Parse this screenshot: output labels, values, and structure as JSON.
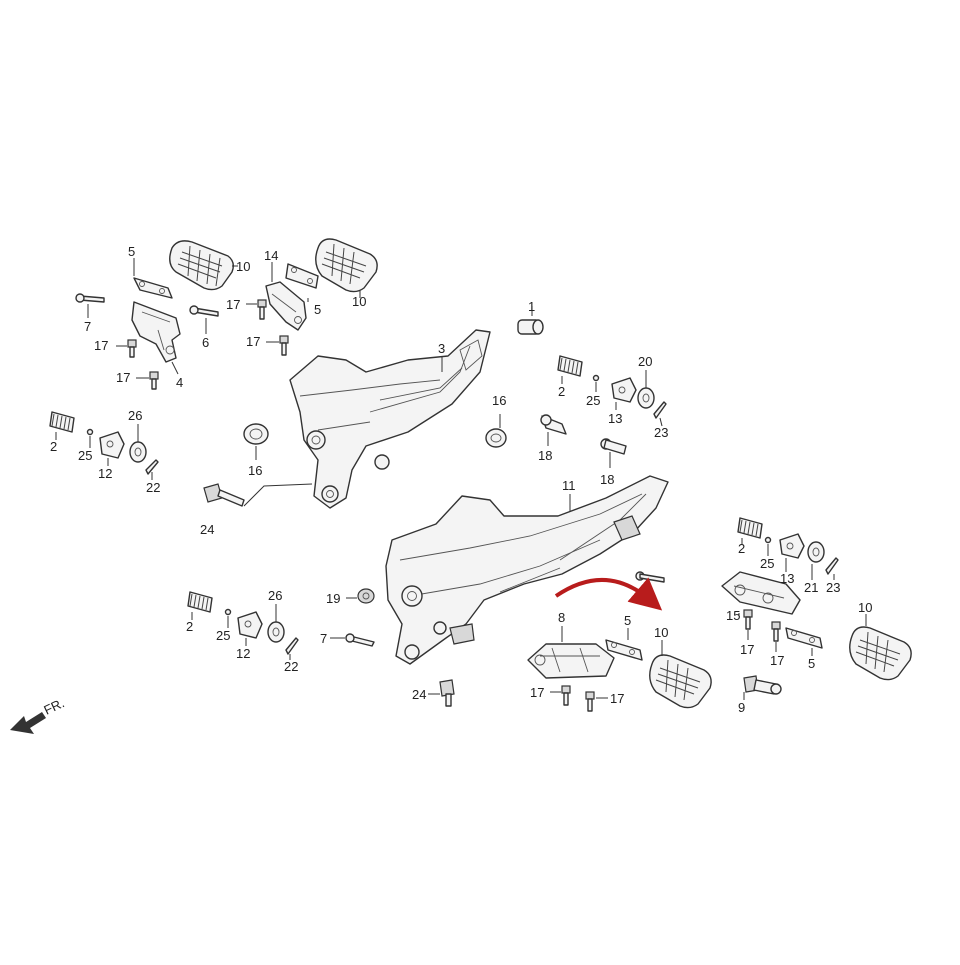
{
  "diagram": {
    "direction_label": "FR.",
    "callouts": [
      {
        "id": "c-5a",
        "label": "5"
      },
      {
        "id": "c-10a",
        "label": "10"
      },
      {
        "id": "c-14",
        "label": "14"
      },
      {
        "id": "c-10b",
        "label": "10"
      },
      {
        "id": "c-7a",
        "label": "7"
      },
      {
        "id": "c-17a",
        "label": "17"
      },
      {
        "id": "c-5b",
        "label": "5"
      },
      {
        "id": "c-6",
        "label": "6"
      },
      {
        "id": "c-17b",
        "label": "17"
      },
      {
        "id": "c-17c",
        "label": "17"
      },
      {
        "id": "c-4",
        "label": "4"
      },
      {
        "id": "c-17d",
        "label": "17"
      },
      {
        "id": "c-1",
        "label": "1"
      },
      {
        "id": "c-3",
        "label": "3"
      },
      {
        "id": "c-2a",
        "label": "2"
      },
      {
        "id": "c-20",
        "label": "20"
      },
      {
        "id": "c-25a",
        "label": "25"
      },
      {
        "id": "c-13a",
        "label": "13"
      },
      {
        "id": "c-23a",
        "label": "23"
      },
      {
        "id": "c-16a",
        "label": "16"
      },
      {
        "id": "c-16b",
        "label": "16"
      },
      {
        "id": "c-18a",
        "label": "18"
      },
      {
        "id": "c-18b",
        "label": "18"
      },
      {
        "id": "c-26a",
        "label": "26"
      },
      {
        "id": "c-2b",
        "label": "2"
      },
      {
        "id": "c-25b",
        "label": "25"
      },
      {
        "id": "c-12a",
        "label": "12"
      },
      {
        "id": "c-22a",
        "label": "22"
      },
      {
        "id": "c-11",
        "label": "11"
      },
      {
        "id": "c-24a",
        "label": "24"
      },
      {
        "id": "c-2c",
        "label": "2"
      },
      {
        "id": "c-25c",
        "label": "25"
      },
      {
        "id": "c-13b",
        "label": "13"
      },
      {
        "id": "c-21",
        "label": "21"
      },
      {
        "id": "c-23b",
        "label": "23"
      },
      {
        "id": "c-26b",
        "label": "26"
      },
      {
        "id": "c-19",
        "label": "19"
      },
      {
        "id": "c-2d",
        "label": "2"
      },
      {
        "id": "c-7b",
        "label": "7"
      },
      {
        "id": "c-25d",
        "label": "25"
      },
      {
        "id": "c-12b",
        "label": "12"
      },
      {
        "id": "c-22b",
        "label": "22"
      },
      {
        "id": "c-8",
        "label": "8"
      },
      {
        "id": "c-5c",
        "label": "5"
      },
      {
        "id": "c-10c",
        "label": "10"
      },
      {
        "id": "c-15",
        "label": "15"
      },
      {
        "id": "c-10d",
        "label": "10"
      },
      {
        "id": "c-17e",
        "label": "17"
      },
      {
        "id": "c-17f",
        "label": "17"
      },
      {
        "id": "c-5d",
        "label": "5"
      },
      {
        "id": "c-24b",
        "label": "24"
      },
      {
        "id": "c-17g",
        "label": "17"
      },
      {
        "id": "c-17h",
        "label": "17"
      },
      {
        "id": "c-9",
        "label": "9"
      }
    ],
    "accent_color": "#b81c1c"
  }
}
